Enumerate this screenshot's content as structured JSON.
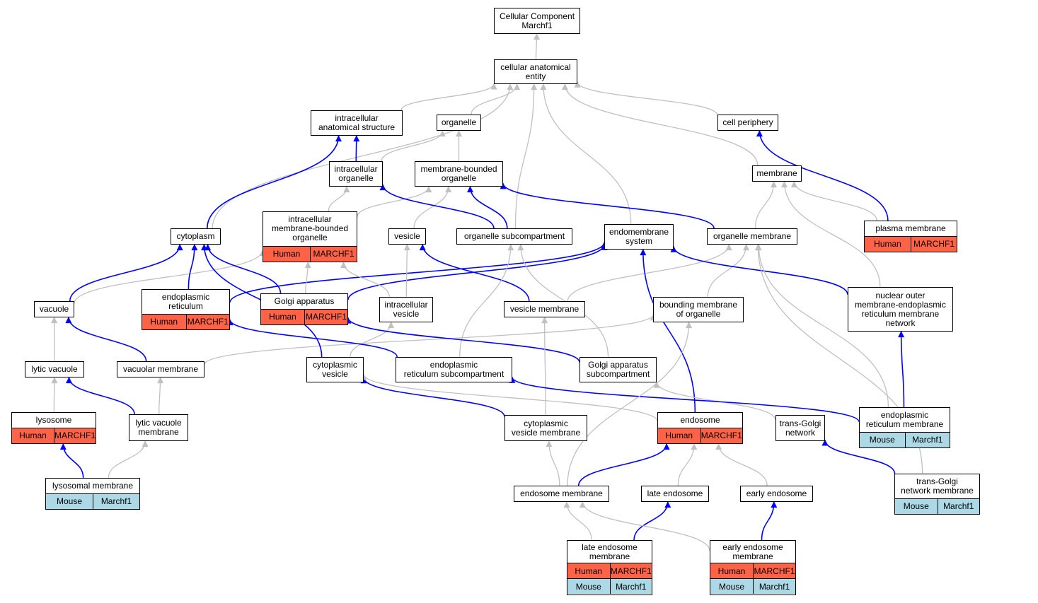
{
  "colors": {
    "is_a_edge": "#c0c0c0",
    "part_of_edge": "#0000ff",
    "human": "#ff6347",
    "mouse": "#add8e6"
  },
  "nodes": {
    "cellular_component": {
      "label": "Cellular Component\nMarchf1"
    },
    "cellular_anatomical_entity": {
      "label": "cellular anatomical\nentity"
    },
    "intracellular_anatomical_structure": {
      "label": "intracellular\nanatomical structure"
    },
    "organelle": {
      "label": "organelle"
    },
    "cell_periphery": {
      "label": "cell periphery"
    },
    "intracellular_organelle": {
      "label": "intracellular\norganelle"
    },
    "membrane_bounded_organelle": {
      "label": "membrane-bounded\norganelle"
    },
    "membrane": {
      "label": "membrane"
    },
    "cytoplasm": {
      "label": "cytoplasm"
    },
    "intracellular_membrane_bounded_organelle": {
      "label": "intracellular\nmembrane-bounded\norganelle",
      "rows": [
        [
          "Human",
          "MARCHF1"
        ]
      ]
    },
    "vesicle": {
      "label": "vesicle"
    },
    "organelle_subcompartment": {
      "label": "organelle subcompartment"
    },
    "endomembrane_system": {
      "label": "endomembrane\nsystem"
    },
    "organelle_membrane": {
      "label": "organelle membrane"
    },
    "plasma_membrane": {
      "label": "plasma membrane",
      "rows": [
        [
          "Human",
          "MARCHF1"
        ]
      ]
    },
    "vacuole": {
      "label": "vacuole"
    },
    "endoplasmic_reticulum": {
      "label": "endoplasmic\nreticulum",
      "rows": [
        [
          "Human",
          "MARCHF1"
        ]
      ]
    },
    "golgi_apparatus": {
      "label": "Golgi apparatus",
      "rows": [
        [
          "Human",
          "MARCHF1"
        ]
      ]
    },
    "intracellular_vesicle": {
      "label": "intracellular\nvesicle"
    },
    "vesicle_membrane": {
      "label": "vesicle membrane"
    },
    "bounding_membrane_of_organelle": {
      "label": "bounding membrane\nof organelle"
    },
    "nuclear_outer_membrane": {
      "label": "nuclear outer\nmembrane-endoplasmic\nreticulum membrane\nnetwork"
    },
    "lytic_vacuole": {
      "label": "lytic vacuole"
    },
    "vacuolar_membrane": {
      "label": "vacuolar membrane"
    },
    "cytoplasmic_vesicle": {
      "label": "cytoplasmic\nvesicle"
    },
    "er_subcompartment": {
      "label": "endoplasmic\nreticulum subcompartment"
    },
    "golgi_subcompartment": {
      "label": "Golgi apparatus\nsubcompartment"
    },
    "lysosome": {
      "label": "lysosome",
      "rows": [
        [
          "Human",
          "MARCHF1"
        ]
      ]
    },
    "lytic_vacuole_membrane": {
      "label": "lytic vacuole\nmembrane"
    },
    "cytoplasmic_vesicle_membrane": {
      "label": "cytoplasmic\nvesicle membrane"
    },
    "endosome": {
      "label": "endosome",
      "rows": [
        [
          "Human",
          "MARCHF1"
        ]
      ]
    },
    "trans_golgi_network": {
      "label": "trans-Golgi\nnetwork"
    },
    "er_membrane": {
      "label": "endoplasmic\nreticulum membrane",
      "rows": [
        [
          "Mouse",
          "Marchf1"
        ]
      ]
    },
    "lysosomal_membrane": {
      "label": "lysosomal membrane",
      "rows": [
        [
          "Mouse",
          "Marchf1"
        ]
      ]
    },
    "endosome_membrane": {
      "label": "endosome membrane"
    },
    "late_endosome": {
      "label": "late endosome"
    },
    "early_endosome": {
      "label": "early endosome"
    },
    "trans_golgi_network_membrane": {
      "label": "trans-Golgi\nnetwork membrane",
      "rows": [
        [
          "Mouse",
          "Marchf1"
        ]
      ]
    },
    "late_endosome_membrane": {
      "label": "late endosome\nmembrane",
      "rows": [
        [
          "Human",
          "MARCHF1"
        ],
        [
          "Mouse",
          "Marchf1"
        ]
      ]
    },
    "early_endosome_membrane": {
      "label": "early endosome\nmembrane",
      "rows": [
        [
          "Human",
          "MARCHF1"
        ],
        [
          "Mouse",
          "Marchf1"
        ]
      ]
    }
  },
  "edges": [
    {
      "from": "cellular_anatomical_entity",
      "to": "cellular_component",
      "kind": "is_a"
    },
    {
      "from": "intracellular_anatomical_structure",
      "to": "cellular_anatomical_entity",
      "kind": "is_a"
    },
    {
      "from": "organelle",
      "to": "cellular_anatomical_entity",
      "kind": "is_a"
    },
    {
      "from": "cell_periphery",
      "to": "cellular_anatomical_entity",
      "kind": "is_a"
    },
    {
      "from": "cytoplasm",
      "to": "cellular_anatomical_entity",
      "kind": "is_a"
    },
    {
      "from": "organelle_subcompartment",
      "to": "cellular_anatomical_entity",
      "kind": "is_a"
    },
    {
      "from": "endomembrane_system",
      "to": "cellular_anatomical_entity",
      "kind": "is_a"
    },
    {
      "from": "membrane",
      "to": "cellular_anatomical_entity",
      "kind": "is_a"
    },
    {
      "from": "intracellular_organelle",
      "to": "intracellular_anatomical_structure",
      "kind": "part_of"
    },
    {
      "from": "intracellular_organelle",
      "to": "organelle",
      "kind": "is_a"
    },
    {
      "from": "membrane_bounded_organelle",
      "to": "organelle",
      "kind": "is_a"
    },
    {
      "from": "plasma_membrane",
      "to": "cell_periphery",
      "kind": "part_of"
    },
    {
      "from": "plasma_membrane",
      "to": "membrane",
      "kind": "is_a"
    },
    {
      "from": "cytoplasm",
      "to": "intracellular_anatomical_structure",
      "kind": "part_of"
    },
    {
      "from": "intracellular_membrane_bounded_organelle",
      "to": "intracellular_organelle",
      "kind": "is_a"
    },
    {
      "from": "intracellular_membrane_bounded_organelle",
      "to": "membrane_bounded_organelle",
      "kind": "is_a"
    },
    {
      "from": "vesicle",
      "to": "membrane_bounded_organelle",
      "kind": "is_a"
    },
    {
      "from": "organelle_subcompartment",
      "to": "intracellular_organelle",
      "kind": "part_of"
    },
    {
      "from": "organelle_subcompartment",
      "to": "membrane_bounded_organelle",
      "kind": "part_of"
    },
    {
      "from": "organelle_membrane",
      "to": "membrane_bounded_organelle",
      "kind": "part_of"
    },
    {
      "from": "organelle_membrane",
      "to": "membrane",
      "kind": "is_a"
    },
    {
      "from": "nuclear_outer_membrane",
      "to": "membrane",
      "kind": "is_a"
    },
    {
      "from": "vacuole",
      "to": "cytoplasm",
      "kind": "part_of"
    },
    {
      "from": "vacuole",
      "to": "intracellular_membrane_bounded_organelle",
      "kind": "is_a"
    },
    {
      "from": "endoplasmic_reticulum",
      "to": "cytoplasm",
      "kind": "part_of"
    },
    {
      "from": "endoplasmic_reticulum",
      "to": "endomembrane_system",
      "kind": "part_of"
    },
    {
      "from": "golgi_apparatus",
      "to": "cytoplasm",
      "kind": "part_of"
    },
    {
      "from": "golgi_apparatus",
      "to": "intracellular_membrane_bounded_organelle",
      "kind": "is_a"
    },
    {
      "from": "golgi_apparatus",
      "to": "endomembrane_system",
      "kind": "part_of"
    },
    {
      "from": "intracellular_vesicle",
      "to": "vesicle",
      "kind": "is_a"
    },
    {
      "from": "intracellular_vesicle",
      "to": "intracellular_membrane_bounded_organelle",
      "kind": "is_a"
    },
    {
      "from": "vesicle_membrane",
      "to": "vesicle",
      "kind": "part_of"
    },
    {
      "from": "vesicle_membrane",
      "to": "organelle_membrane",
      "kind": "is_a"
    },
    {
      "from": "bounding_membrane_of_organelle",
      "to": "organelle_membrane",
      "kind": "is_a"
    },
    {
      "from": "nuclear_outer_membrane",
      "to": "endomembrane_system",
      "kind": "part_of"
    },
    {
      "from": "lytic_vacuole",
      "to": "vacuole",
      "kind": "is_a"
    },
    {
      "from": "vacuolar_membrane",
      "to": "vacuole",
      "kind": "part_of"
    },
    {
      "from": "vacuolar_membrane",
      "to": "bounding_membrane_of_organelle",
      "kind": "is_a"
    },
    {
      "from": "cytoplasmic_vesicle",
      "to": "cytoplasm",
      "kind": "part_of"
    },
    {
      "from": "cytoplasmic_vesicle",
      "to": "intracellular_vesicle",
      "kind": "is_a"
    },
    {
      "from": "er_subcompartment",
      "to": "endoplasmic_reticulum",
      "kind": "part_of"
    },
    {
      "from": "er_subcompartment",
      "to": "organelle_subcompartment",
      "kind": "is_a"
    },
    {
      "from": "golgi_subcompartment",
      "to": "golgi_apparatus",
      "kind": "part_of"
    },
    {
      "from": "golgi_subcompartment",
      "to": "organelle_subcompartment",
      "kind": "is_a"
    },
    {
      "from": "lysosome",
      "to": "lytic_vacuole",
      "kind": "is_a"
    },
    {
      "from": "lytic_vacuole_membrane",
      "to": "lytic_vacuole",
      "kind": "part_of"
    },
    {
      "from": "lytic_vacuole_membrane",
      "to": "vacuolar_membrane",
      "kind": "is_a"
    },
    {
      "from": "cytoplasmic_vesicle_membrane",
      "to": "cytoplasmic_vesicle",
      "kind": "part_of"
    },
    {
      "from": "cytoplasmic_vesicle_membrane",
      "to": "vesicle_membrane",
      "kind": "is_a"
    },
    {
      "from": "endosome",
      "to": "cytoplasmic_vesicle",
      "kind": "is_a"
    },
    {
      "from": "endosome",
      "to": "endomembrane_system",
      "kind": "part_of"
    },
    {
      "from": "trans_golgi_network",
      "to": "golgi_subcompartment",
      "kind": "is_a"
    },
    {
      "from": "er_membrane",
      "to": "er_subcompartment",
      "kind": "part_of"
    },
    {
      "from": "er_membrane",
      "to": "organelle_membrane",
      "kind": "is_a"
    },
    {
      "from": "er_membrane",
      "to": "nuclear_outer_membrane",
      "kind": "part_of"
    },
    {
      "from": "lysosomal_membrane",
      "to": "lysosome",
      "kind": "part_of"
    },
    {
      "from": "lysosomal_membrane",
      "to": "lytic_vacuole_membrane",
      "kind": "is_a"
    },
    {
      "from": "endosome_membrane",
      "to": "endosome",
      "kind": "part_of"
    },
    {
      "from": "endosome_membrane",
      "to": "cytoplasmic_vesicle_membrane",
      "kind": "is_a"
    },
    {
      "from": "endosome_membrane",
      "to": "bounding_membrane_of_organelle",
      "kind": "is_a"
    },
    {
      "from": "late_endosome",
      "to": "endosome",
      "kind": "is_a"
    },
    {
      "from": "early_endosome",
      "to": "endosome",
      "kind": "is_a"
    },
    {
      "from": "trans_golgi_network_membrane",
      "to": "trans_golgi_network",
      "kind": "part_of"
    },
    {
      "from": "trans_golgi_network_membrane",
      "to": "organelle_membrane",
      "kind": "is_a"
    },
    {
      "from": "late_endosome_membrane",
      "to": "late_endosome",
      "kind": "part_of"
    },
    {
      "from": "late_endosome_membrane",
      "to": "endosome_membrane",
      "kind": "is_a"
    },
    {
      "from": "early_endosome_membrane",
      "to": "early_endosome",
      "kind": "part_of"
    },
    {
      "from": "early_endosome_membrane",
      "to": "endosome_membrane",
      "kind": "is_a"
    }
  ]
}
